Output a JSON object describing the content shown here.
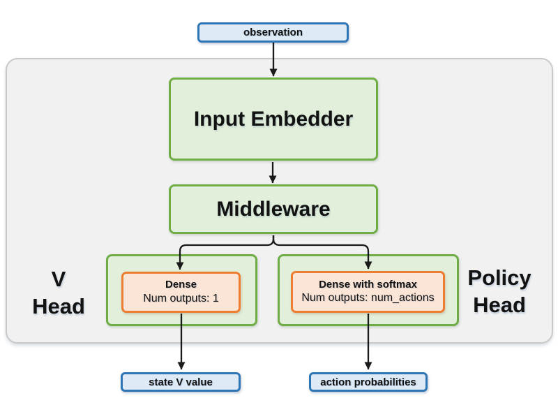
{
  "colors": {
    "canvas_bg": "#ffffff",
    "container_bg": "#f1f1f1",
    "container_border": "#c9c9c9",
    "green_border": "#70ad47",
    "green_fill": "#e2efda",
    "orange_border": "#ed7d31",
    "orange_fill": "#fbe5d6",
    "blue_border": "#2e75b6",
    "blue_fill": "#deebf7",
    "arrow": "#1a1a1a",
    "text": "#121212"
  },
  "nodes": {
    "observation": {
      "label": "observation"
    },
    "input_embedder": {
      "label": "Input Embedder"
    },
    "middleware": {
      "label": "Middleware"
    },
    "v_head": {
      "label_line1": "V",
      "label_line2": "Head",
      "dense": {
        "title": "Dense",
        "subtitle": "Num outputs: 1"
      },
      "output": {
        "label": "state V value"
      }
    },
    "policy_head": {
      "label_line1": "Policy",
      "label_line2": "Head",
      "dense": {
        "title": "Dense with softmax",
        "subtitle": "Num outputs: num_actions"
      },
      "output": {
        "label": "action probabilities"
      }
    }
  }
}
